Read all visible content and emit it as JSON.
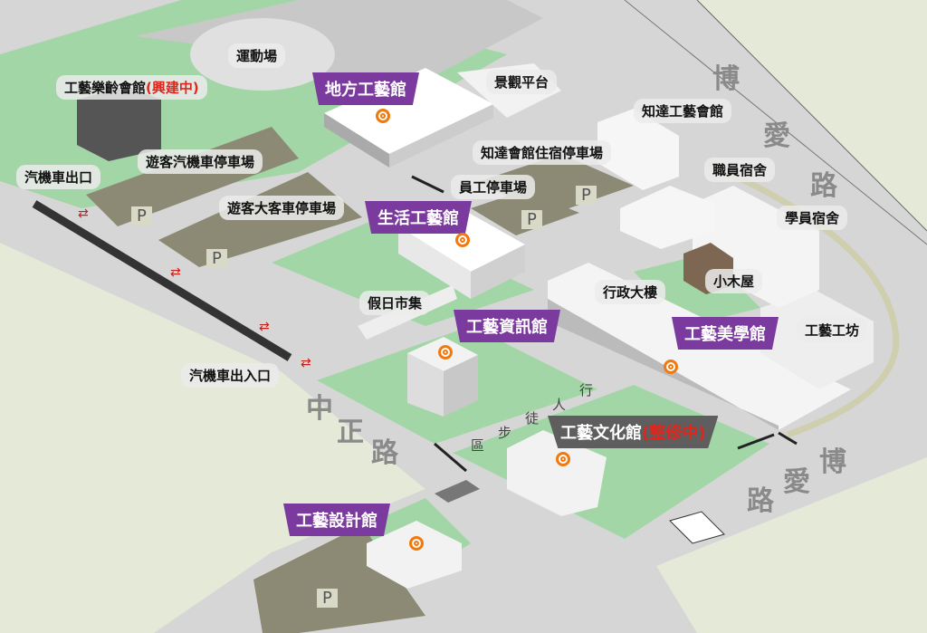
{
  "colors": {
    "road": "#d6d6d6",
    "grass": "#a3d6a6",
    "outside": "#e4e9d8",
    "parking": "#8c8a74",
    "callout_primary": "#7b3a9e",
    "callout_closed": "#5e5e5e",
    "marker": "#f07a10",
    "status_red": "#e0261c"
  },
  "labels": {
    "stadium": "運動場",
    "music_hall": "工藝樂齡會館",
    "music_hall_status": "(興建中)",
    "car_parking": "遊客汽機車停車場",
    "bus_parking": "遊客大客車停車場",
    "exit": "汽機車出口",
    "entrance_exit": "汽機車出入口",
    "viewing_deck": "景觀平台",
    "zhida_hall": "知達工藝會館",
    "zhida_parking": "知達會館住宿停車場",
    "staff_parking": "員工停車場",
    "staff_dorm": "職員宿舍",
    "student_dorm": "學員宿舍",
    "cabin": "小木屋",
    "admin": "行政大樓",
    "workshop": "工藝工坊",
    "holiday_market": "假日市集"
  },
  "callouts": {
    "local": "地方工藝館",
    "life": "生活工藝館",
    "info": "工藝資訊館",
    "aesthetics": "工藝美學館",
    "culture": "工藝文化館",
    "culture_status": "(整修中)",
    "design": "工藝設計館"
  },
  "roads": {
    "zhongzheng": [
      "中",
      "正",
      "路"
    ],
    "boai_top": [
      "博",
      "愛",
      "路"
    ],
    "boai_bottom": [
      "博",
      "愛",
      "路"
    ],
    "pedestrian": [
      "區",
      "步",
      "徒",
      "人",
      "行"
    ]
  },
  "parking_sign": "P",
  "icons": [
    "location-marker-icon",
    "two-way-arrow-icon",
    "parking-icon"
  ]
}
